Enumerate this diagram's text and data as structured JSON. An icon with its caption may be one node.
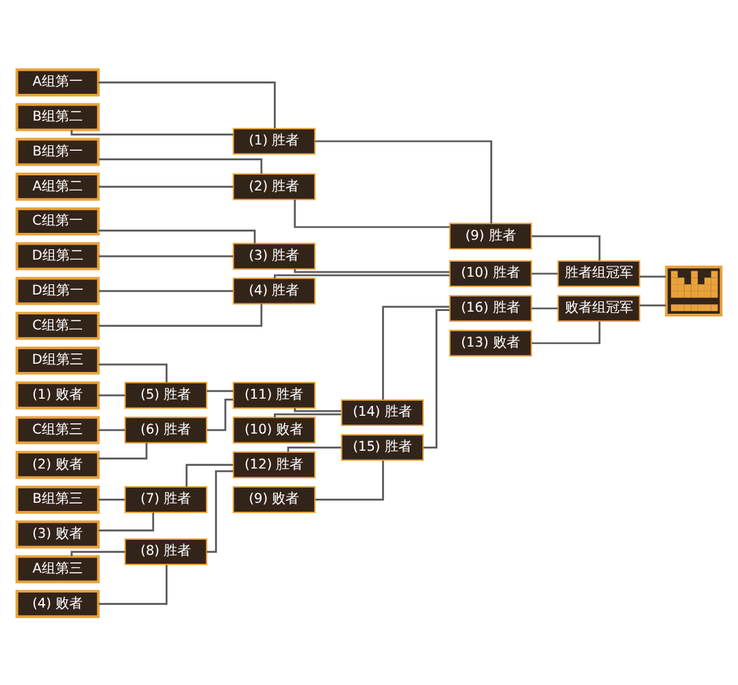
{
  "diagram": {
    "nodes": [
      {
        "text": [
          "A组第一"
        ]
      },
      {
        "text": [
          "B组第二"
        ]
      },
      {
        "text": [
          "B组第一"
        ]
      },
      {
        "text": [
          "A组第二"
        ]
      },
      {
        "text": [
          "C组第一"
        ]
      },
      {
        "text": [
          "D组第二"
        ]
      },
      {
        "text": [
          "D组第一"
        ]
      },
      {
        "text": [
          "C组第二"
        ]
      },
      {
        "text": [
          "(1) 胜者"
        ]
      },
      {
        "text": [
          "(2) 胜者"
        ]
      },
      {
        "text": [
          "(3) 胜者"
        ]
      },
      {
        "text": [
          "(4) 胜者"
        ]
      },
      {
        "text": [
          "(9) 胜者"
        ]
      },
      {
        "text": [
          "(10) 胜者"
        ]
      },
      {
        "text": [
          "胜者组冠军"
        ]
      },
      {
        "text": [],
        "shape": "picture"
      },
      {
        "text": [
          "D组第三"
        ]
      },
      {
        "text": [
          "(1) 败者"
        ]
      },
      {
        "text": [
          "C组第三"
        ]
      },
      {
        "text": [
          "(2) 败者"
        ]
      },
      {
        "text": [
          "B组第三"
        ]
      },
      {
        "text": [
          "(3) 败者"
        ]
      },
      {
        "text": [
          "A组第三"
        ]
      },
      {
        "text": [
          "(4) 败者"
        ]
      },
      {
        "text": [
          "(5) 胜者"
        ]
      },
      {
        "text": [
          "(6) 胜者"
        ]
      },
      {
        "text": [
          "(7) 胜者"
        ]
      },
      {
        "text": [
          "(8) 胜者"
        ]
      },
      {
        "text": [
          "(11) 胜者"
        ]
      },
      {
        "text": [
          "(10) 败者"
        ]
      },
      {
        "text": [
          "(12) 胜者"
        ]
      },
      {
        "text": [
          "(9) 败者"
        ]
      },
      {
        "text": [
          "(14) 胜者"
        ]
      },
      {
        "text": [
          "(15) 胜者"
        ]
      },
      {
        "text": [
          "(16) 胜者"
        ]
      },
      {
        "text": [
          "(13) 败者"
        ]
      },
      {
        "text": [
          "败者组冠军"
        ]
      }
    ],
    "edges": [
      {
        "from": 0,
        "to": 8,
        "arrow": "none"
      },
      {
        "from": 1,
        "to": 8,
        "arrow": "none"
      },
      {
        "from": 2,
        "to": 9,
        "arrow": "none"
      },
      {
        "from": 3,
        "to": 9,
        "arrow": "none"
      },
      {
        "from": 4,
        "to": 10,
        "arrow": "none"
      },
      {
        "from": 5,
        "to": 10,
        "arrow": "none"
      },
      {
        "from": 6,
        "to": 11,
        "arrow": "none"
      },
      {
        "from": 7,
        "to": 11,
        "arrow": "none"
      },
      {
        "from": 8,
        "to": 12,
        "arrow": "none"
      },
      {
        "from": 9,
        "to": 12,
        "arrow": "none"
      },
      {
        "from": 10,
        "to": 13,
        "arrow": "none"
      },
      {
        "from": 11,
        "to": 13,
        "arrow": "none"
      },
      {
        "from": 12,
        "to": 14,
        "arrow": "none"
      },
      {
        "from": 13,
        "to": 14,
        "arrow": "none"
      },
      {
        "from": 14,
        "to": 15,
        "arrow": "none"
      },
      {
        "from": 36,
        "to": 15,
        "arrow": "none"
      },
      {
        "from": 16,
        "to": 24,
        "arrow": "none"
      },
      {
        "from": 17,
        "to": 24,
        "arrow": "none"
      },
      {
        "from": 18,
        "to": 25,
        "arrow": "none"
      },
      {
        "from": 19,
        "to": 25,
        "arrow": "none"
      },
      {
        "from": 20,
        "to": 26,
        "arrow": "none"
      },
      {
        "from": 21,
        "to": 26,
        "arrow": "none"
      },
      {
        "from": 22,
        "to": 27,
        "arrow": "none"
      },
      {
        "from": 23,
        "to": 27,
        "arrow": "none"
      },
      {
        "from": 24,
        "to": 28,
        "arrow": "none"
      },
      {
        "from": 25,
        "to": 28,
        "arrow": "none"
      },
      {
        "from": 26,
        "to": 30,
        "arrow": "none"
      },
      {
        "from": 27,
        "to": 30,
        "arrow": "none"
      },
      {
        "from": 28,
        "to": 32,
        "arrow": "none"
      },
      {
        "from": 29,
        "to": 32,
        "arrow": "none"
      },
      {
        "from": 30,
        "to": 33,
        "arrow": "none"
      },
      {
        "from": 31,
        "to": 33,
        "arrow": "none"
      },
      {
        "from": 32,
        "to": 34,
        "arrow": "none"
      },
      {
        "from": 33,
        "to": 34,
        "arrow": "none"
      },
      {
        "from": 34,
        "to": 36,
        "arrow": "none"
      },
      {
        "from": 35,
        "to": 36,
        "arrow": "none"
      }
    ]
  }
}
